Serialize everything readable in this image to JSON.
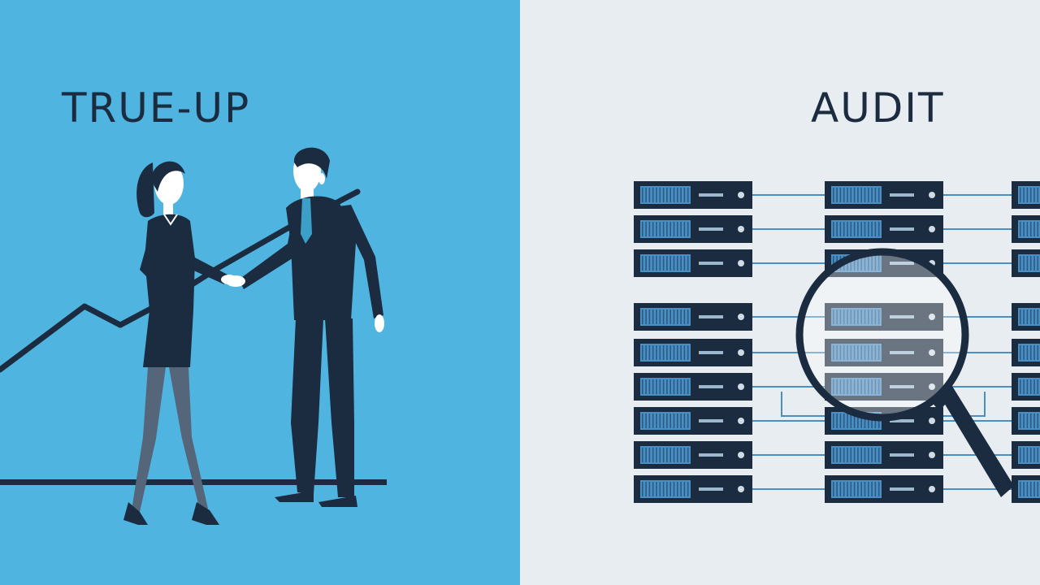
{
  "left_panel": {
    "title": "TRUE-UP",
    "background": "#50b4e0",
    "ink": "#1c2c40"
  },
  "right_panel": {
    "title": "AUDIT",
    "background": "#e8edf1",
    "ink": "#1c2c40",
    "accent": "#4a8fc4"
  },
  "icons": [
    "handshake-illustration",
    "growth-chart-line",
    "server-rack",
    "magnifying-glass-icon"
  ]
}
